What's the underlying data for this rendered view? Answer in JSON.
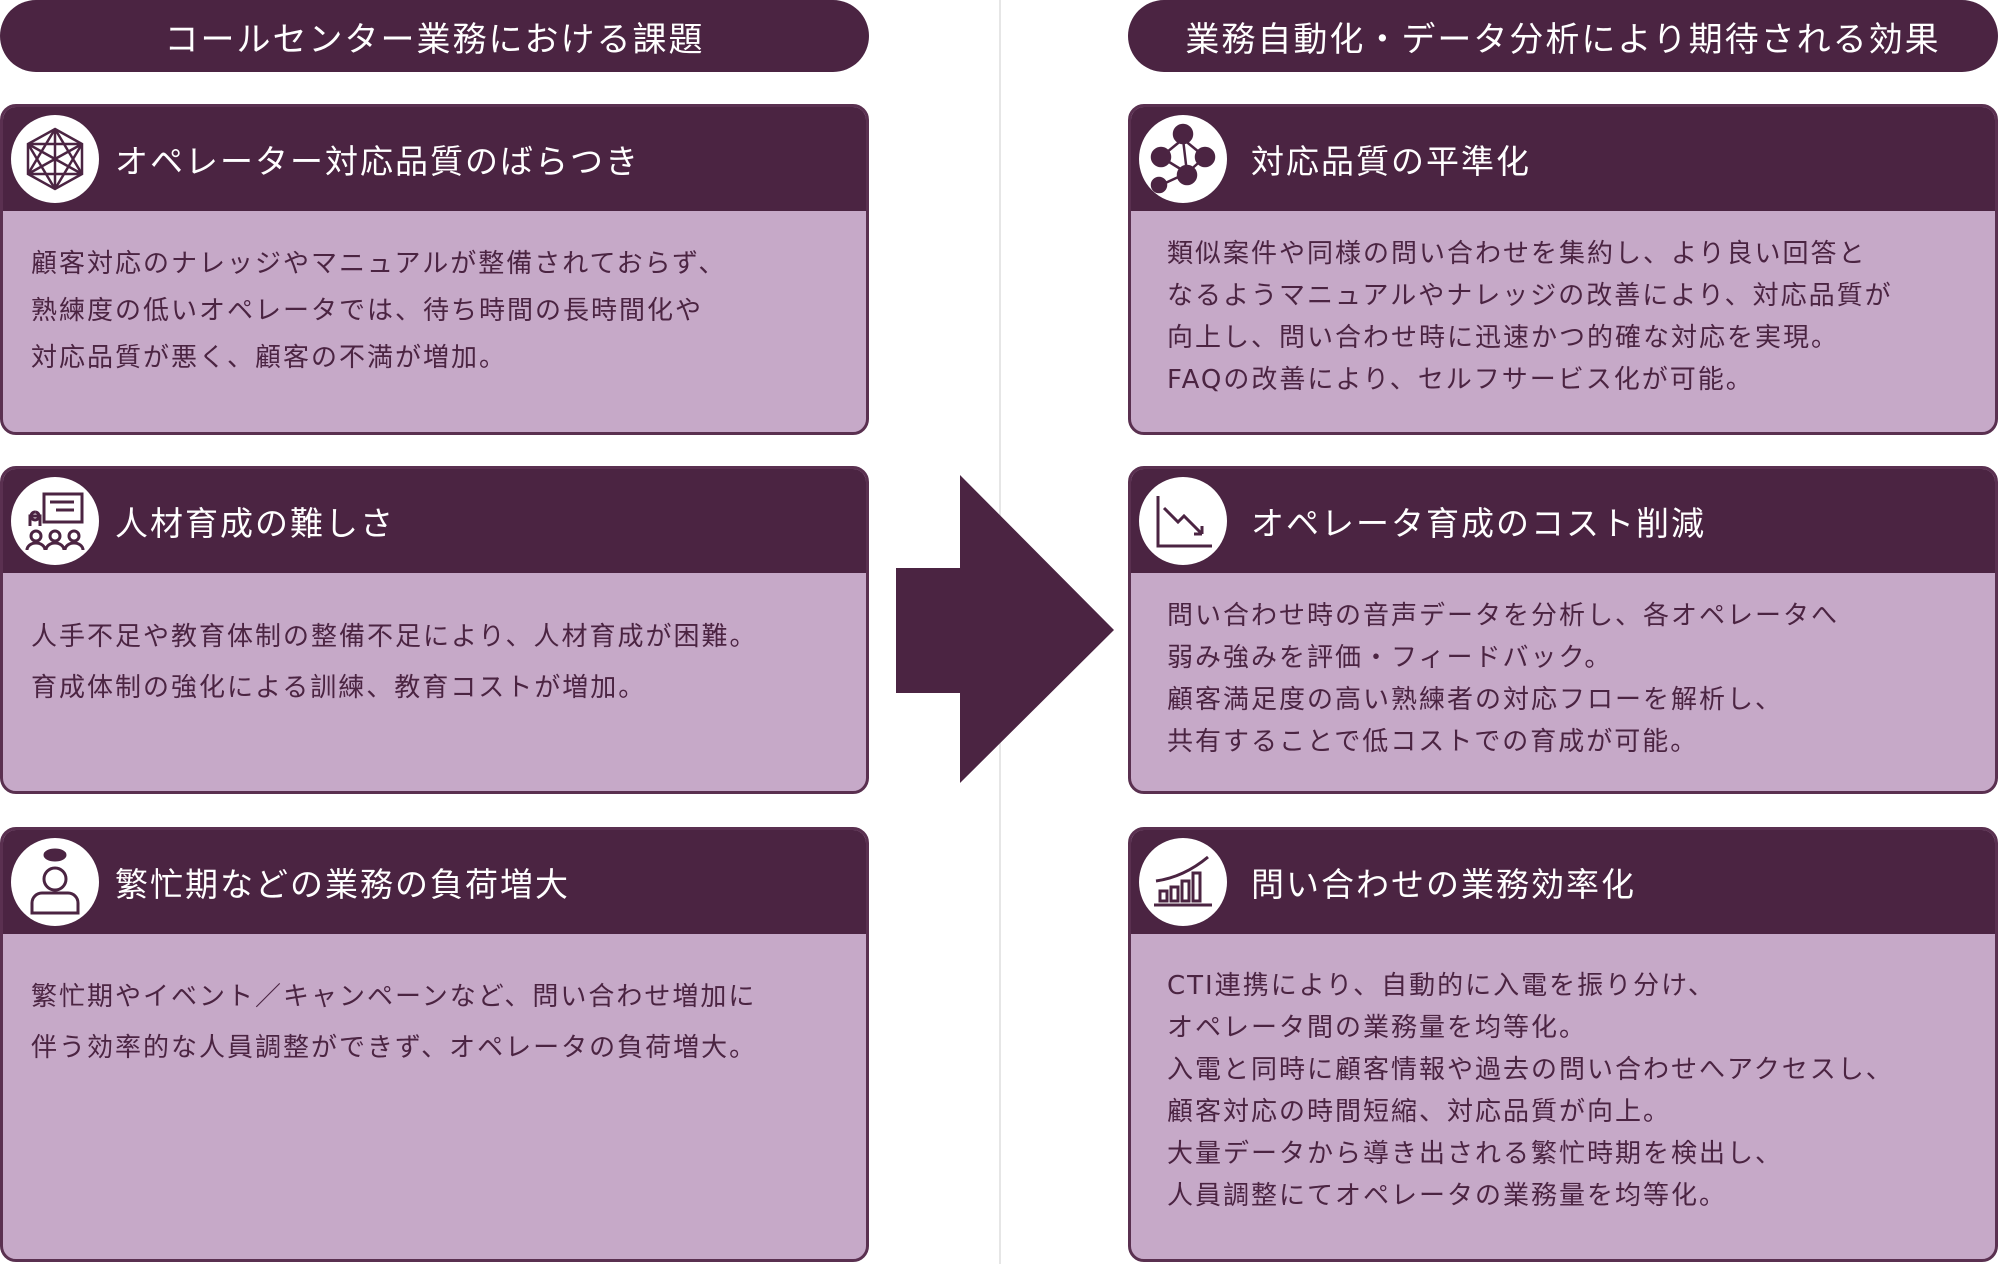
{
  "left_header": "コールセンター業務における課題",
  "right_header": "業務自動化・データ分析により期待される効果",
  "colors": {
    "dark": "#4b2442",
    "light": "#c6a9c8"
  },
  "challenges": [
    {
      "icon": "network-icon",
      "title": "オペレーター対応品質のばらつき",
      "lines": [
        "顧客対応のナレッジやマニュアルが整備されておらず、",
        "熟練度の低いオペレータでは、待ち時間の長時間化や",
        "対応品質が悪く、顧客の不満が増加。"
      ]
    },
    {
      "icon": "training-icon",
      "title": "人材育成の難しさ",
      "lines": [
        "人手不足や教育体制の整備不足により、人材育成が困難。",
        "育成体制の強化による訓練、教育コストが増加。"
      ]
    },
    {
      "icon": "busy-person-icon",
      "title": "繁忙期などの業務の負荷増大",
      "lines": [
        "繁忙期やイベント／キャンペーンなど、問い合わせ増加に",
        "伴う効率的な人員調整ができず、オペレータの負荷増大。"
      ]
    }
  ],
  "effects": [
    {
      "icon": "people-network-icon",
      "title": "対応品質の平準化",
      "lines": [
        "類似案件や同様の問い合わせを集約し、より良い回答と",
        "なるようマニュアルやナレッジの改善により、対応品質が",
        "向上し、問い合わせ時に迅速かつ的確な対応を実現。",
        "FAQの改善により、セルフサービス化が可能。"
      ]
    },
    {
      "icon": "declining-chart-icon",
      "title": "オペレータ育成のコスト削減",
      "lines": [
        "問い合わせ時の音声データを分析し、各オペレータへ",
        "弱み強みを評価・フィードバック。",
        "顧客満足度の高い熟練者の対応フローを解析し、",
        "共有することで低コストでの育成が可能。"
      ]
    },
    {
      "icon": "rising-bar-chart-icon",
      "title": "問い合わせの業務効率化",
      "lines": [
        "CTI連携により、自動的に入電を振り分け、",
        "オペレータ間の業務量を均等化。",
        "入電と同時に顧客情報や過去の問い合わせへアクセスし、",
        "顧客対応の時間短縮、対応品質が向上。",
        "大量データから導き出される繁忙時期を検出し、",
        "人員調整にてオペレータの業務量を均等化。"
      ]
    }
  ]
}
